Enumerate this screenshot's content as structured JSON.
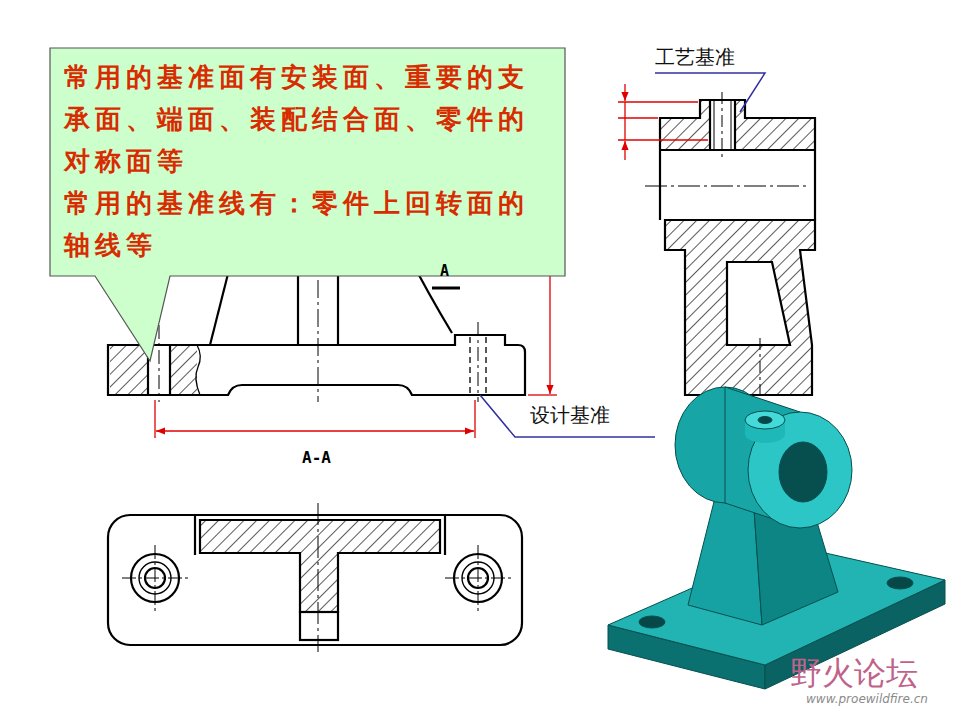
{
  "diagram": {
    "nodes": [
      {
        "text": [
          "常用的基准面有安装面、重要的支承面、端面、装配结合面、零件的对称面等",
          "常用的基准线有：零件上回转面的轴线等"
        ]
      }
    ],
    "labels": [
      "A",
      "A-A",
      "工艺基准",
      "设计基准",
      "野火论坛",
      "www.proewildfire.cn"
    ]
  }
}
